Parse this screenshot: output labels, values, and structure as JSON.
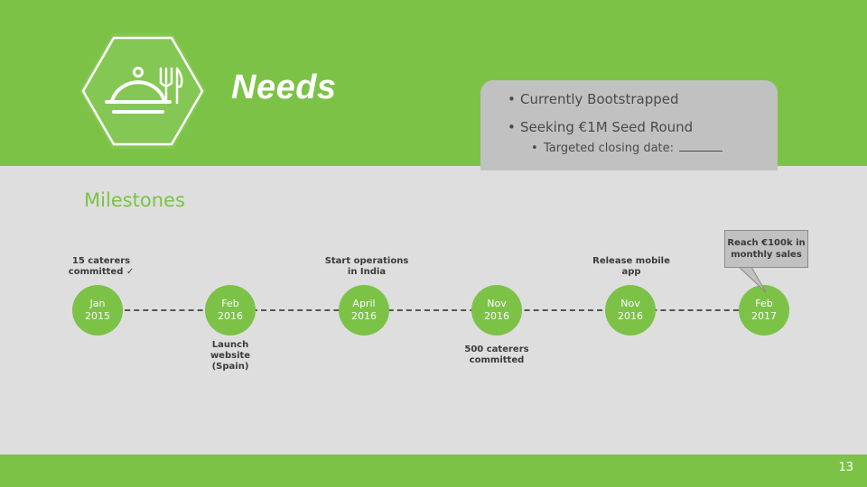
{
  "slide": {
    "title": "Needs",
    "page_number": "13",
    "logo_icon": "cloche-fork-knife-icon"
  },
  "needs": {
    "items": [
      "Currently Bootstrapped",
      "Seeking €1M Seed Round"
    ],
    "sub_item": "Targeted closing date:"
  },
  "milestones": {
    "section_title": "Milestones",
    "points": [
      {
        "month": "Jan",
        "year": "2015"
      },
      {
        "month": "Feb",
        "year": "2016"
      },
      {
        "month": "April",
        "year": "2016"
      },
      {
        "month": "Nov",
        "year": "2016"
      },
      {
        "month": "Nov",
        "year": "2016"
      },
      {
        "month": "Feb",
        "year": "2017"
      }
    ],
    "labels": {
      "m0": [
        "15 caterers",
        "committed ✓"
      ],
      "m1": [
        "Launch",
        "website",
        "(Spain)"
      ],
      "m2": [
        "Start operations",
        "in India"
      ],
      "m3": [
        "500 caterers",
        "committed"
      ],
      "m4": [
        "Release mobile",
        "app"
      ]
    },
    "callout": [
      "Reach €100k in",
      "monthly sales"
    ]
  },
  "colors": {
    "brand_green": "#7cc247",
    "panel_gray": "#c1c1c1",
    "background": "#dedede"
  }
}
